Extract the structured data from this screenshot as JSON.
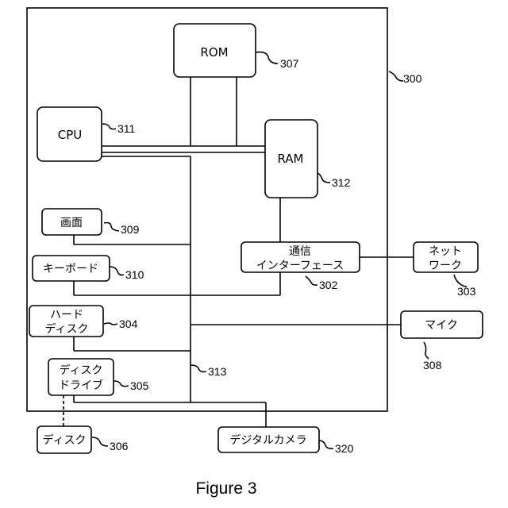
{
  "figure_caption": "Figure 3",
  "refs": {
    "system": "300",
    "rom": "307",
    "cpu": "311",
    "ram": "312",
    "screen": "309",
    "keyboard": "310",
    "comm": "302",
    "network": "303",
    "hdd": "304",
    "mic": "308",
    "bus": "313",
    "drive": "305",
    "disk": "306",
    "camera": "320"
  },
  "blocks": {
    "rom": "ROM",
    "cpu": "CPU",
    "ram": "RAM",
    "screen": "画面",
    "keyboard": "キーボード",
    "comm": [
      "通信",
      "インターフェース"
    ],
    "network": [
      "ネット",
      "ワーク"
    ],
    "hdd": [
      "ハード",
      "ディスク"
    ],
    "mic": "マイク",
    "drive": [
      "ディスク",
      "ドライブ"
    ],
    "disk": "ディスク",
    "camera": "デジタルカメラ"
  }
}
